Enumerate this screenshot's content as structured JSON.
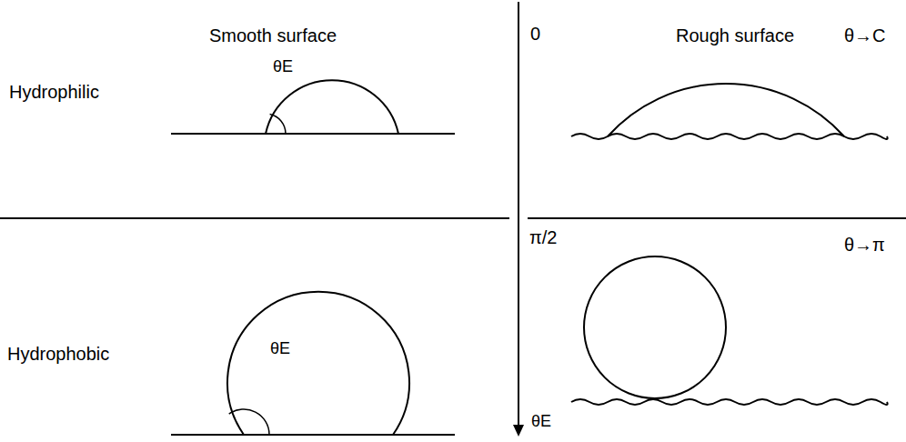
{
  "diagram": {
    "labels": [
      "Smooth surface",
      "Rough surface",
      "0",
      "θ→C",
      "Hydrophilic",
      "θE",
      "π/2",
      "θ→π",
      "Hydrophobic",
      "θE",
      "θE"
    ]
  }
}
